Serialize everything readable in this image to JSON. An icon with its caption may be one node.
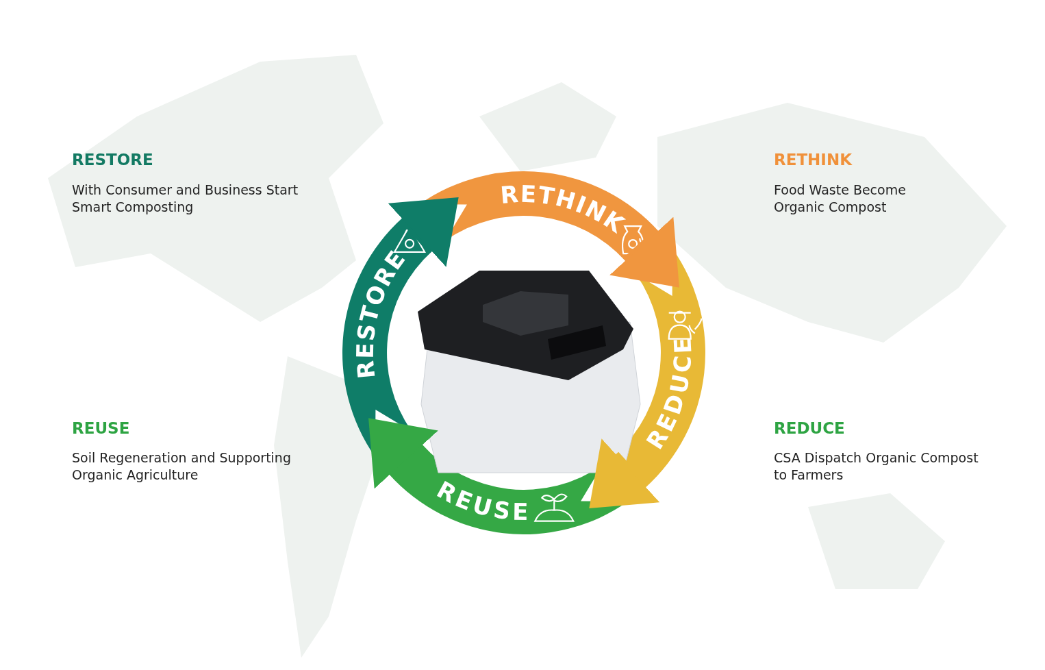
{
  "diagram": {
    "nodes": [
      {
        "text": [
          "RESTORE"
        ]
      },
      {
        "text": [
          "RETHINK"
        ]
      },
      {
        "text": [],
        "shape": "picture"
      },
      {
        "text": [
          "REDUCE"
        ]
      },
      {
        "text": [
          "REUSE"
        ]
      }
    ],
    "edges": [
      {
        "from": 0,
        "to": 1,
        "arrow": "to",
        "color": "#0f7d68"
      },
      {
        "from": 1,
        "to": 3,
        "arrow": "to",
        "color": "#f0963f"
      },
      {
        "from": 3,
        "to": 4,
        "arrow": "to",
        "color": "#e8b936"
      },
      {
        "from": 4,
        "to": 0,
        "arrow": "to",
        "color": "#35a845"
      }
    ],
    "labels": [
      "RESTORE",
      "With Consumer and Business Start Smart Composting",
      "RETHINK",
      "Food Waste Become Organic Compost",
      "REUSE",
      "Soil Regeneration and Supporting Organic Agriculture",
      "REDUCE",
      "CSA Dispatch Organic Compost to Farmers"
    ]
  }
}
